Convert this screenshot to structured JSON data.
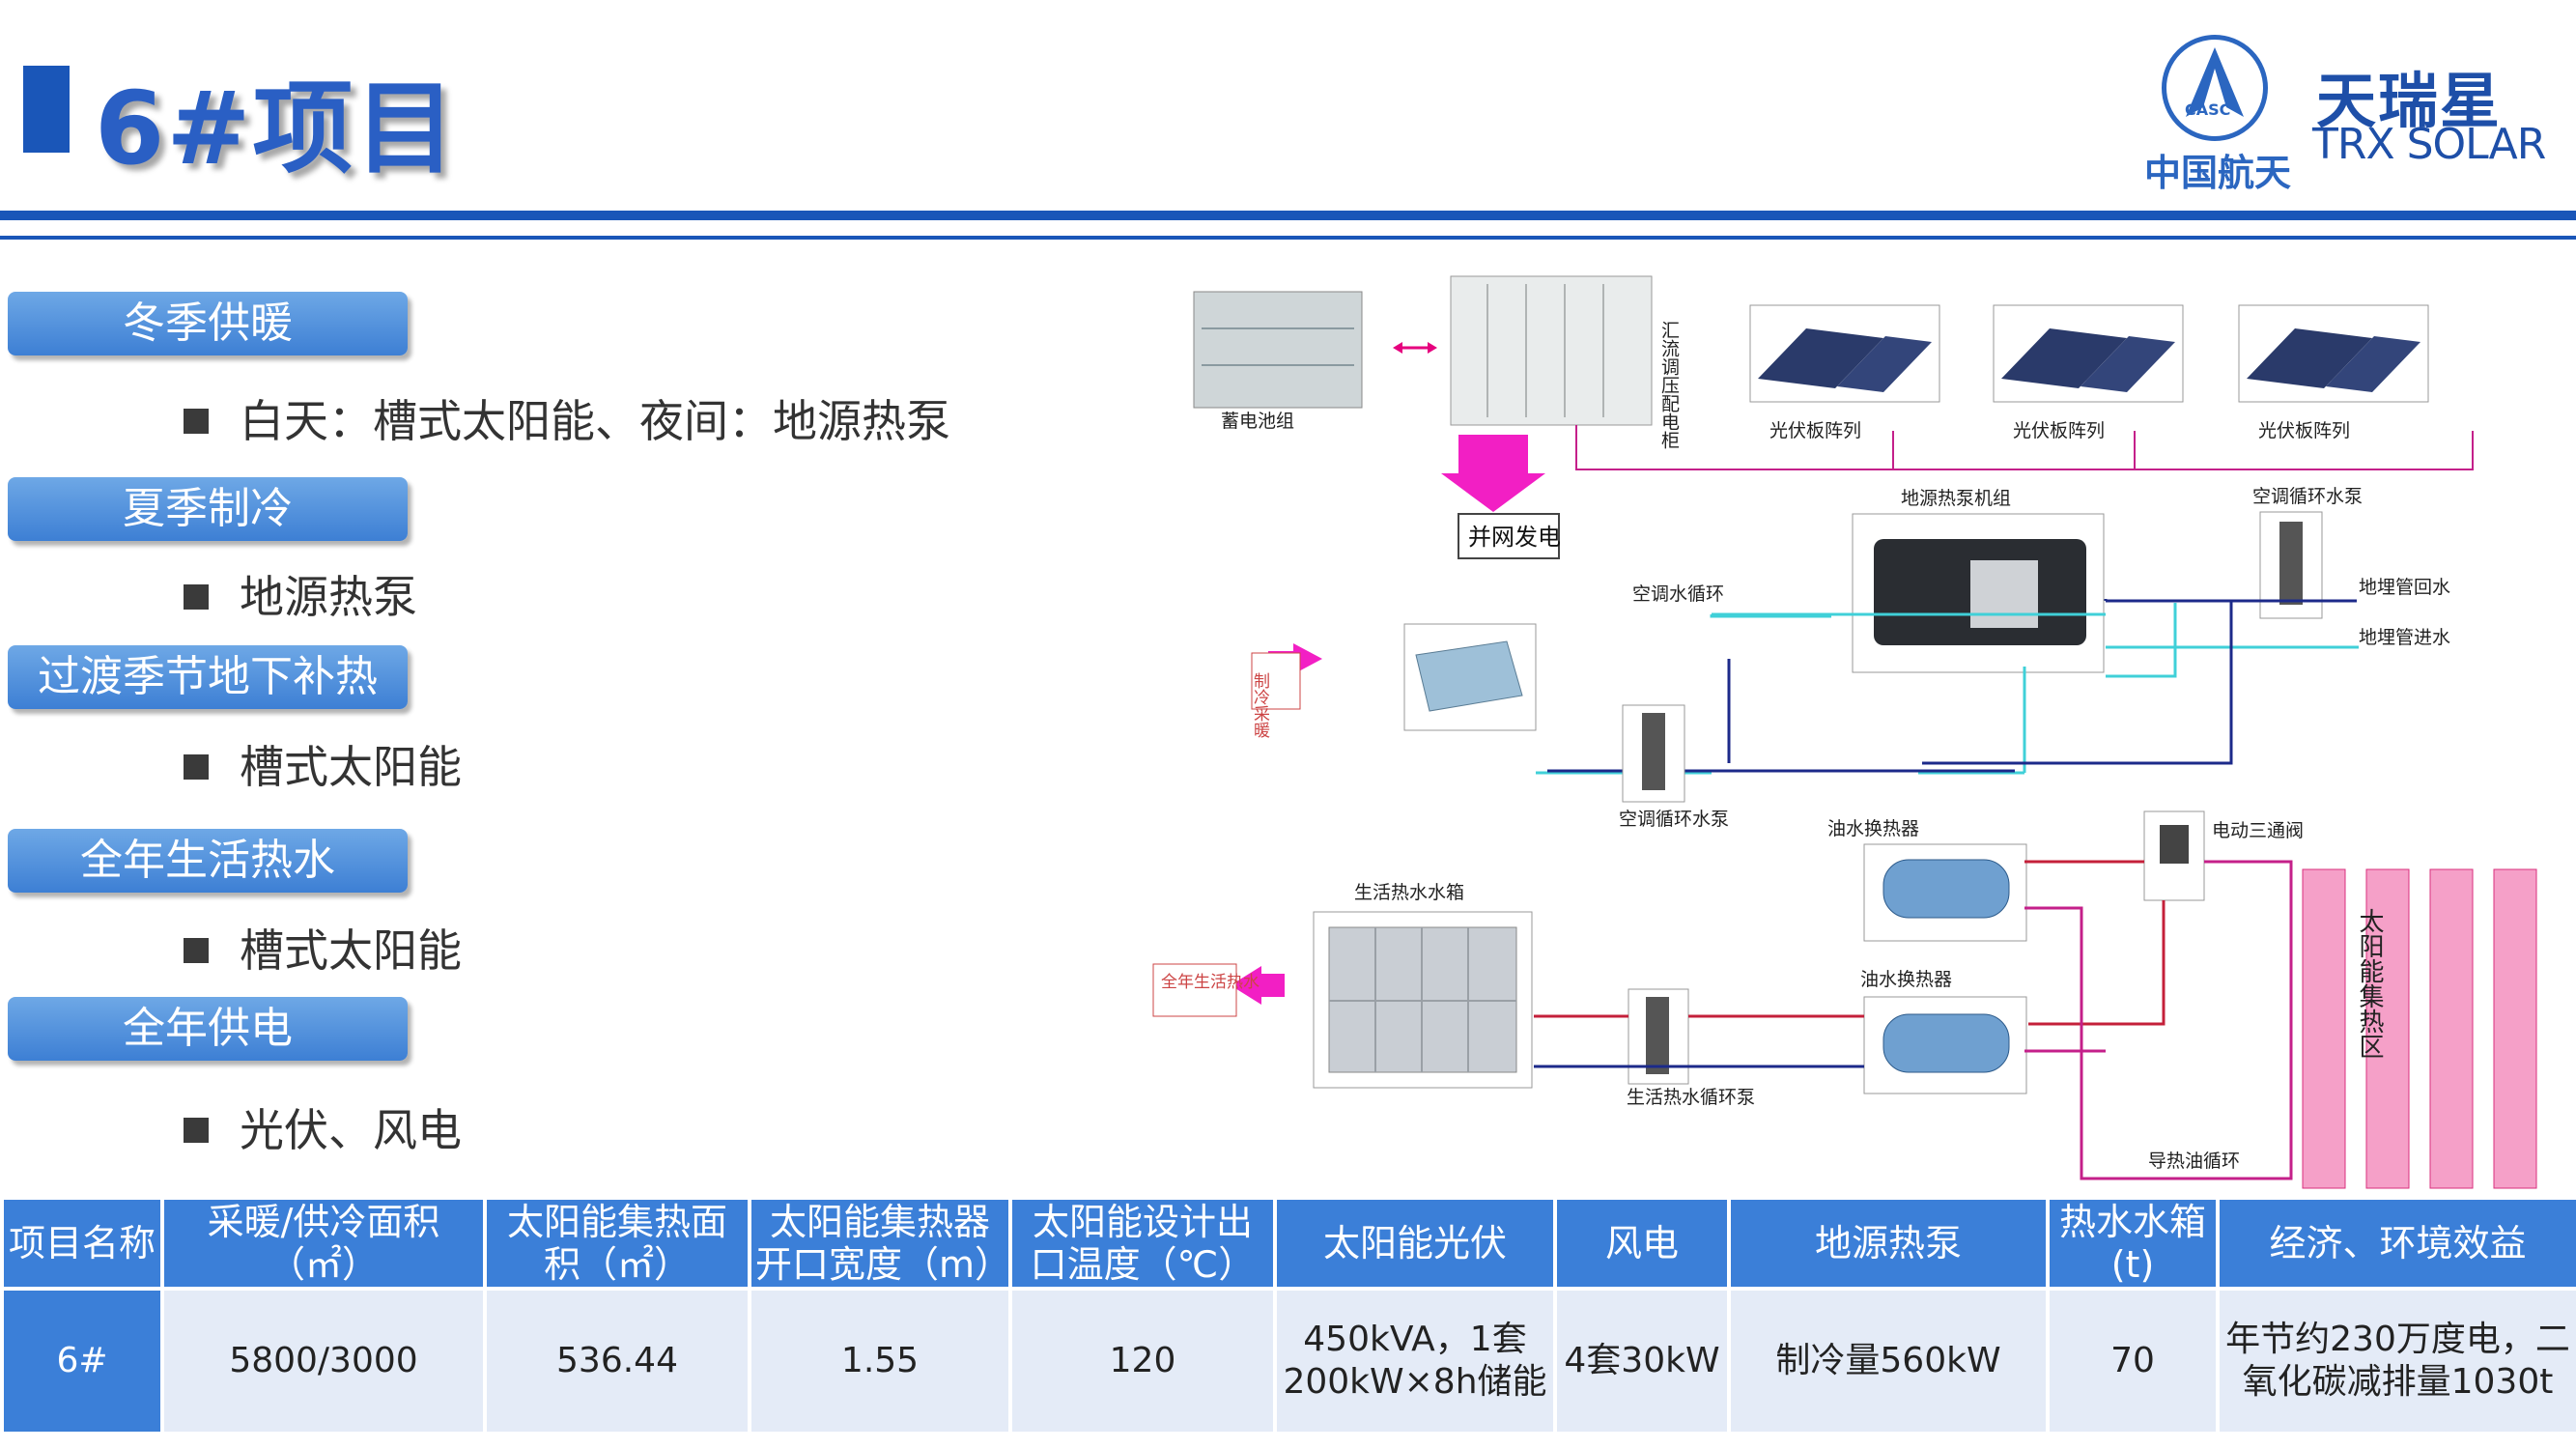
{
  "title": "6#项目",
  "logo": {
    "casc_abbr": "CASC",
    "casc_name": "中国航天",
    "trx_name": "天瑞星",
    "trx_en": "TRX SOLAR"
  },
  "sections": [
    {
      "header": "冬季供暖",
      "text": "白天：槽式太阳能、夜间：地源热泵"
    },
    {
      "header": "夏季制冷",
      "text": "地源热泵"
    },
    {
      "header": "过渡季节地下补热",
      "text": "槽式太阳能"
    },
    {
      "header": "全年生活热水",
      "text": "槽式太阳能"
    },
    {
      "header": "全年供电",
      "text": "光伏、风电"
    }
  ],
  "diagram": {
    "battery": "蓄电池组",
    "cabinet": "汇流调压配电柜",
    "pv1": "光伏板阵列",
    "pv2": "光伏板阵列",
    "pv3": "光伏板阵列",
    "grid": "并网发电",
    "heatpump": "地源热泵机组",
    "ac_pump_top": "空调循环水泵",
    "return_water": "地埋管回水",
    "supply_water": "地埋管进水",
    "ac_loop": "空调水循环",
    "cool_heat": "制冷采暖",
    "ac_pump": "空调循环水泵",
    "hx1": "油水换热器",
    "valve": "电动三通阀",
    "hx2": "油水换热器",
    "tank": "生活热水水箱",
    "hot_water": "全年生活热水",
    "hw_pump": "生活热水循环泵",
    "oil_loop": "导热油循环",
    "solar_zone": "太阳能集热区"
  },
  "table": {
    "headers": [
      "项目名称",
      "采暖/供冷面积（㎡）",
      "太阳能集热面积（㎡）",
      "太阳能集热器开口宽度（m）",
      "太阳能设计出口温度（℃）",
      "太阳能光伏",
      "风电",
      "地源热泵",
      "热水水箱(t)",
      "经济、环境效益"
    ],
    "row": [
      "6#",
      "5800/3000",
      "536.44",
      "1.55",
      "120",
      "450kVA，1套200kW×8h储能",
      "4套30kW",
      "制冷量560kW",
      "70",
      "年节约230万度电，二氧化碳减排量1030t"
    ]
  }
}
